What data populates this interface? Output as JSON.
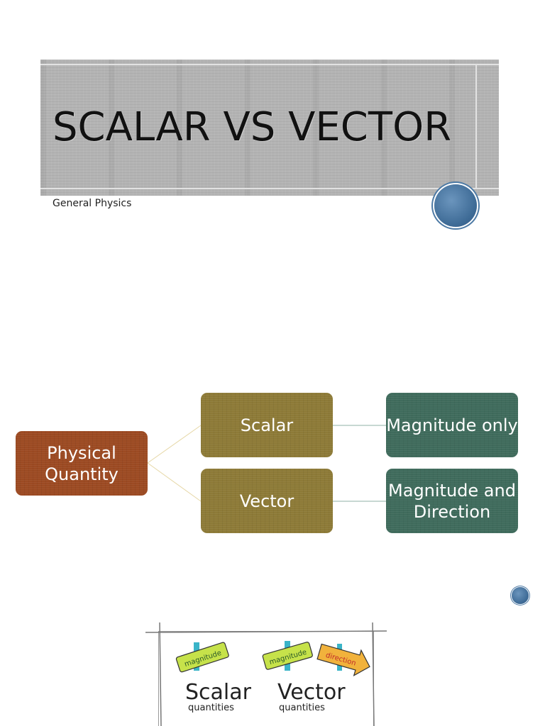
{
  "title": "SCALAR VS VECTOR",
  "subtitle": "General Physics",
  "diagram": {
    "root": "Physical Quantity",
    "branches": [
      {
        "label": "Scalar",
        "description": "Magnitude only"
      },
      {
        "label": "Vector",
        "description": "Magnitude and Direction"
      }
    ]
  },
  "illustration": {
    "scalar_sign": "magnitude",
    "vector_sign": "magnitude",
    "direction_sign": "direction",
    "scalar_heading": "Scalar",
    "scalar_sub": "quantities",
    "vector_heading": "Vector",
    "vector_sub": "quantities"
  },
  "colors": {
    "root": "#9c4a22",
    "branch": "#8d7a37",
    "leaf": "#3f6b5c",
    "accent_dot": "#3f6c97"
  }
}
